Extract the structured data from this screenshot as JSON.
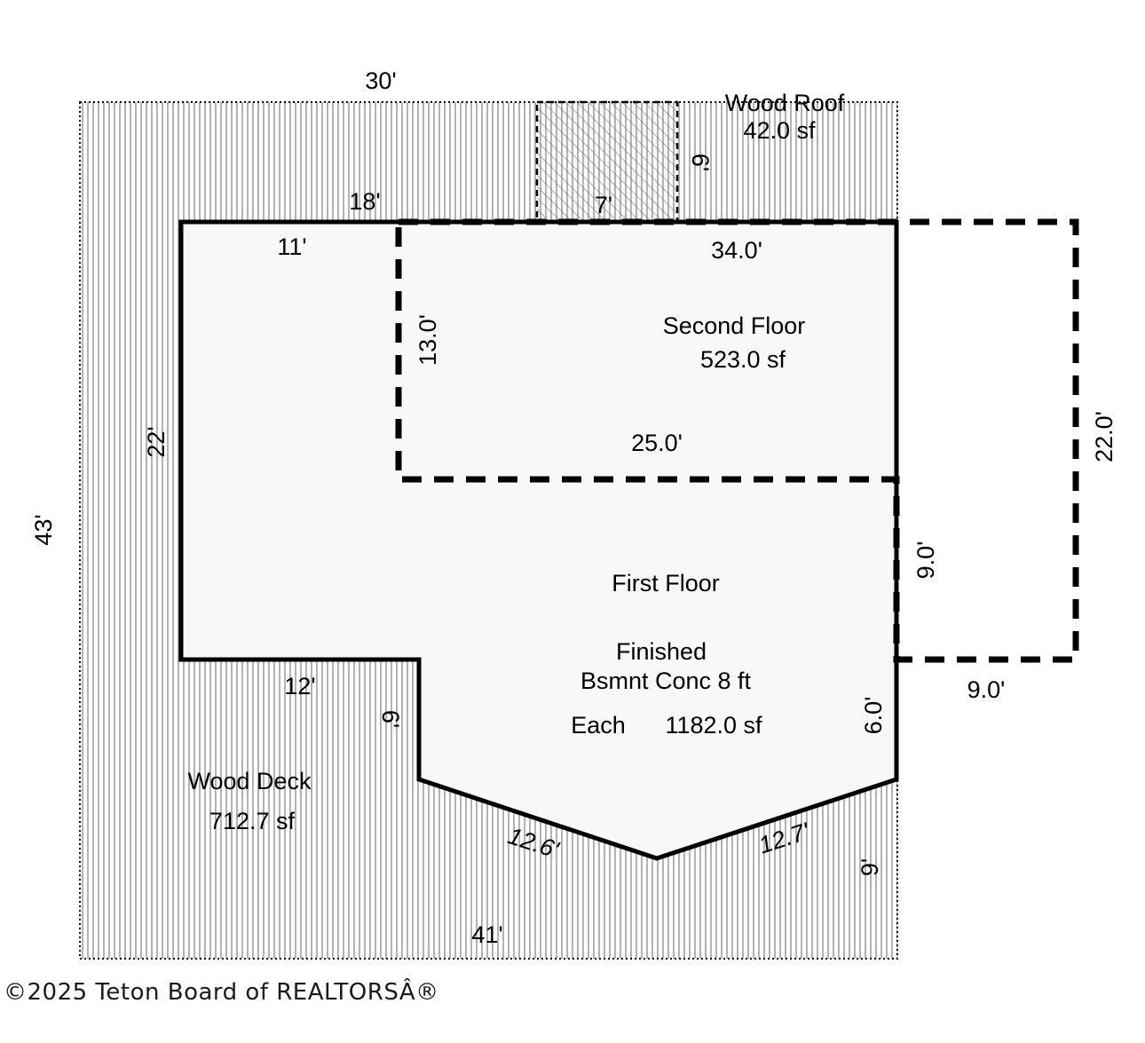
{
  "areas": {
    "wood_roof": {
      "name": "Wood Roof",
      "area": "42.0 sf"
    },
    "second_floor": {
      "name": "Second Floor",
      "area": "523.0 sf"
    },
    "first_floor": {
      "name": "First Floor",
      "line1": "Finished",
      "line2": "Bsmnt Conc 8 ft",
      "each_label": "Each",
      "area": "1182.0 sf"
    },
    "wood_deck": {
      "name": "Wood Deck",
      "area": "712.7 sf"
    }
  },
  "dimensions": {
    "deck_top": "30'",
    "roof_side": "6'",
    "roof_bottom": "7'",
    "deck_top_inner": "18'",
    "first_top_left": "11'",
    "second_top": "34.0'",
    "second_left": "13.0'",
    "second_mid": "25.0'",
    "first_left": "22'",
    "second_right": "22.0'",
    "deck_left": "43'",
    "second_inner_right": "9.0'",
    "second_bottom_right": "9.0'",
    "first_bottom_left": "12'",
    "first_notch_left": "6'",
    "first_notch_right": "6.0'",
    "angle_left": "12.6'",
    "angle_right": "12.7'",
    "deck_right": "9'",
    "deck_bottom": "41'"
  },
  "watermark": "©2025 Teton Board of REALTORSÂ®"
}
